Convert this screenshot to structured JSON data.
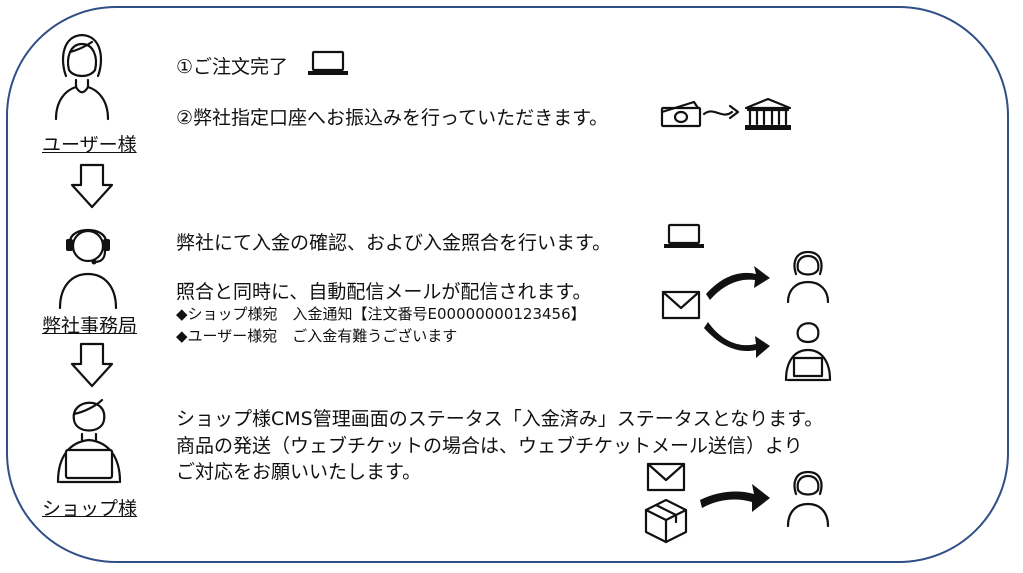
{
  "actors": {
    "user": {
      "label": "ユーザー様",
      "icon": "woman-user-icon"
    },
    "office": {
      "label": "弊社事務局",
      "icon": "headset-operator-icon"
    },
    "shop": {
      "label": "ショップ様",
      "icon": "laptop-worker-icon"
    }
  },
  "steps": {
    "order_complete": "①ご注文完了",
    "bank_transfer": "②弊社指定口座へお振込みを行っていただきます。",
    "confirm_payment": "弊社にて入金の確認、および入金照合を行います。",
    "auto_mail": "照合と同時に、自動配信メールが配信されます。",
    "mail_to_shop": "◆ショップ様宛　入金通知【注文番号E00000000123456】",
    "mail_to_user": "◆ユーザー様宛　ご入金有難うございます",
    "status_line1": "ショップ様CMS管理画面のステータス「入金済み」ステータスとなります。",
    "status_line2": "商品の発送（ウェブチケットの場合は、ウェブチケットメール送信）より",
    "status_line3": "ご対応をお願いいたします。"
  },
  "colors": {
    "frame_border": "#2f4f86",
    "ink": "#111111"
  }
}
